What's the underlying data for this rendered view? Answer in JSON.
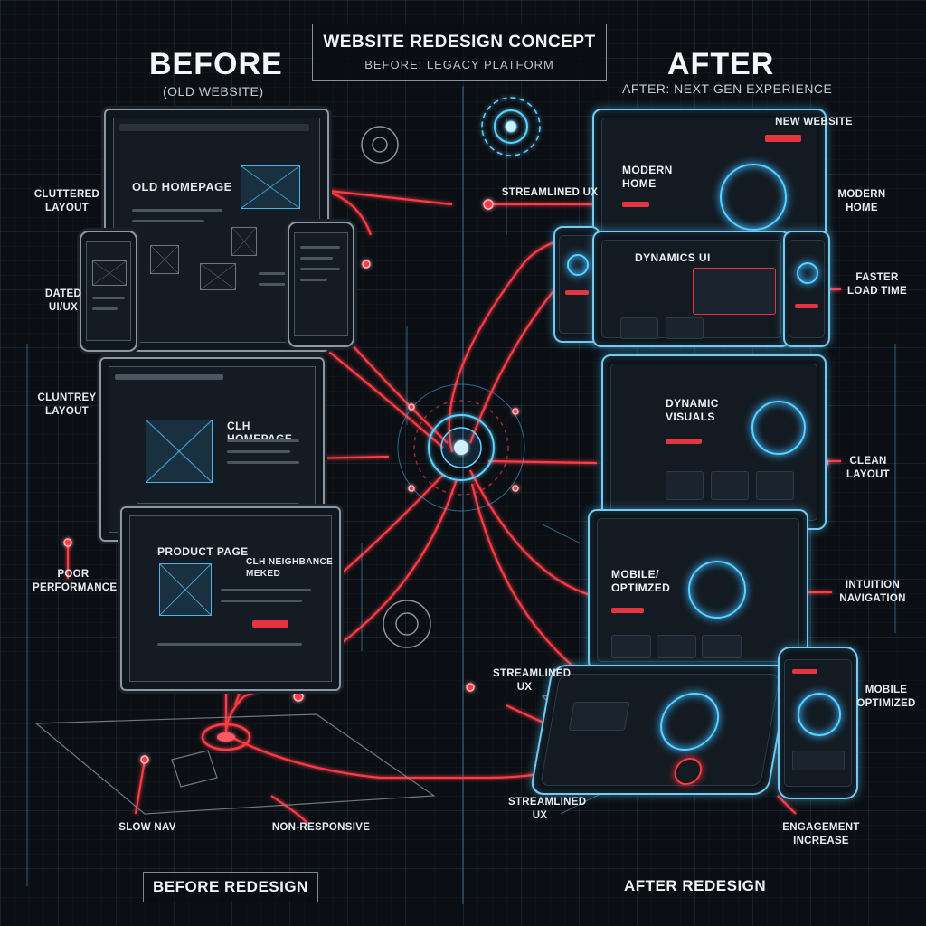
{
  "header": {
    "title": "WEBSITE REDESIGN CONCEPT",
    "subtitle": "BEFORE: LEGACY PLATFORM"
  },
  "before": {
    "heading": "BEFORE",
    "subheading": "(OLD WEBSITE)",
    "footer": "BEFORE REDESIGN",
    "labels": {
      "cluttered_layout": "CLUTTERED\nLAYOUT",
      "dated_ui": "DATED\nUI/UX",
      "cluntrey_layout": "CLUNTREY\nLAYOUT",
      "poor_performance": "POOR\nPERFORMANCE",
      "slow_nav": "SLOW NAV",
      "non_responsive": "NON-RESPONSIVE"
    },
    "screens": {
      "old_homepage": "OLD HOMEPAGE",
      "clh_homepage": "CLH HOMEPAGE",
      "product_page": "PRODUCT PAGE",
      "clh_neighbourance": "CLH NEIGHBANCE\nMEKED"
    }
  },
  "after": {
    "heading": "AFTER",
    "subheading": "AFTER: NEXT-GEN EXPERIENCE",
    "footer": "AFTER REDESIGN",
    "labels": {
      "new_website": "NEW WEBSITE",
      "modern_home": "MODERN\nHOME",
      "faster_load": "FASTER\nLOAD TIME",
      "clean_layout": "CLEAN\nLAYOUT",
      "intuition_nav": "INTUITION\nNAVIGATION",
      "mobile_optimized": "MOBILE\nOPTIMIZED",
      "engagement": "ENGAGEMENT\nINCREASE"
    },
    "screens": {
      "modern_home": "MODERN\nHOME",
      "dynamics_ui": "DYNAMICS UI",
      "dynamic_visuals": "DYNAMIC\nVISUALS",
      "mobile_optimized": "MOBILE/\nOPTIMZED"
    }
  },
  "center_labels": {
    "streamlined_top": "STREAMLINED UX",
    "streamlined_mid": "STREAMLINED\nUX",
    "streamlined_bottom": "STREAMLINED\nUX"
  },
  "colors": {
    "accent_red": "#ff3b45",
    "accent_blue": "#5cd3ff",
    "background": "#0b0f14"
  }
}
